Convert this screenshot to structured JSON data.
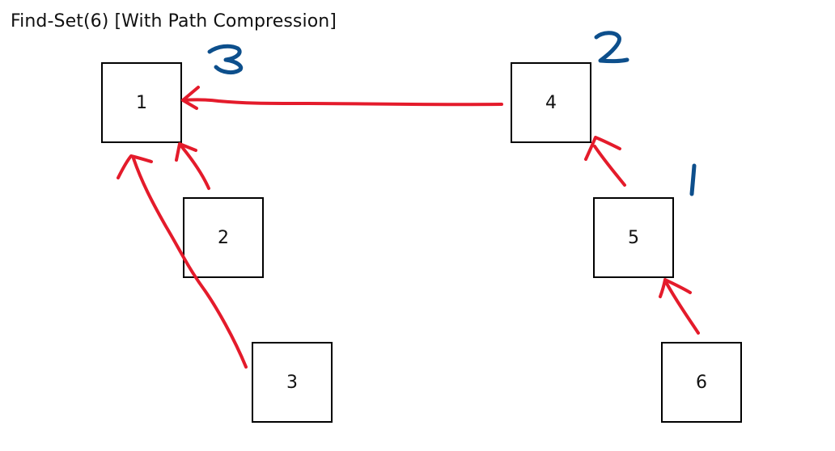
{
  "title": "Find-Set(6) [With Path Compression]",
  "nodes": [
    {
      "id": "1",
      "label": "1"
    },
    {
      "id": "2",
      "label": "2"
    },
    {
      "id": "3",
      "label": "3"
    },
    {
      "id": "4",
      "label": "4"
    },
    {
      "id": "5",
      "label": "5"
    },
    {
      "id": "6",
      "label": "6"
    }
  ],
  "edges": [
    {
      "from": "2",
      "to": "1"
    },
    {
      "from": "3",
      "to": "1"
    },
    {
      "from": "4",
      "to": "1"
    },
    {
      "from": "5",
      "to": "4"
    },
    {
      "from": "6",
      "to": "5"
    }
  ],
  "ranks": [
    {
      "node": "1",
      "value": "3"
    },
    {
      "node": "4",
      "value": "2"
    },
    {
      "node": "5",
      "value": "1"
    }
  ],
  "colors": {
    "arrow": "#e41b2b",
    "rank_annotation": "#0d4f8c",
    "box_border": "#000000"
  }
}
